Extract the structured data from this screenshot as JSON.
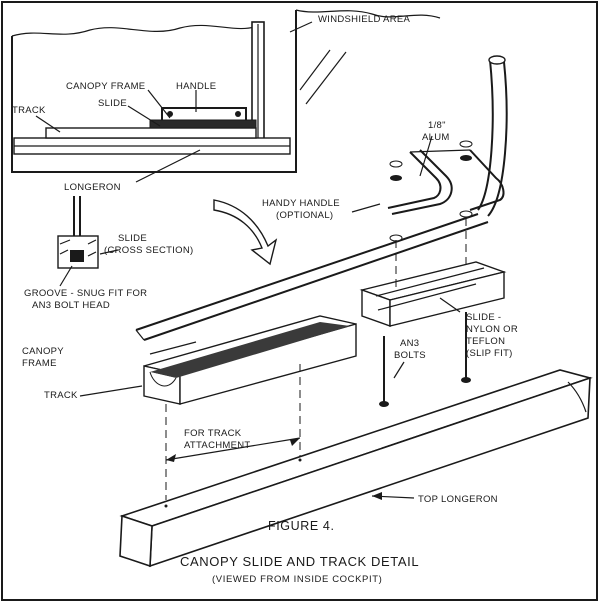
{
  "labels": {
    "windshield_area": "WINDSHIELD AREA",
    "canopy_frame_top": "CANOPY FRAME",
    "handle": "HANDLE",
    "track_top": "TRACK",
    "slide_top": "SLIDE",
    "longeron": "LONGERON",
    "alum_1": "1/8\"",
    "alum_2": "ALUM",
    "handy_handle_1": "HANDY HANDLE",
    "handy_handle_2": "(OPTIONAL)",
    "slide_cs_1": "SLIDE",
    "slide_cs_2": "(CROSS SECTION)",
    "groove_1": "GROOVE - SNUG FIT FOR",
    "groove_2": "AN3 BOLT HEAD",
    "canopy_frame_1": "CANOPY",
    "canopy_frame_2": "FRAME",
    "slide_nylon_1": "SLIDE -",
    "slide_nylon_2": "NYLON OR",
    "slide_nylon_3": "TEFLON",
    "slide_nylon_4": "(SLIP FIT)",
    "an3_1": "AN3",
    "an3_2": "BOLTS",
    "track_main": "TRACK",
    "for_track_1": "FOR TRACK",
    "for_track_2": "ATTACHMENT",
    "top_longeron": "TOP LONGERON"
  },
  "caption": {
    "figure": "FIGURE 4.",
    "title": "CANOPY SLIDE AND TRACK DETAIL",
    "subtitle": "(VIEWED FROM INSIDE COCKPIT)"
  }
}
